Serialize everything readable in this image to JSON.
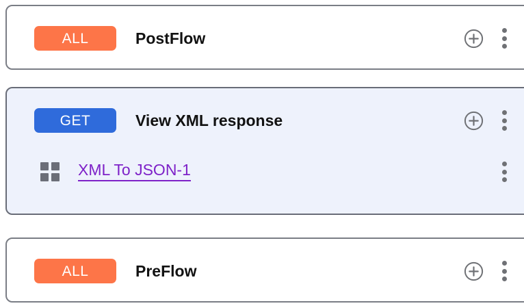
{
  "flow_list": {
    "cards": [
      {
        "id": "card-postflow",
        "selected": false,
        "badge": {
          "label": "ALL",
          "kind": "all",
          "color": "#fd7548"
        },
        "title": "PostFlow",
        "add_icon": "plus-circle-icon",
        "menu_icon": "kebab-menu-icon",
        "policies": []
      },
      {
        "id": "card-viewxml",
        "selected": true,
        "badge": {
          "label": "GET",
          "kind": "get",
          "color": "#2f6bdb"
        },
        "title": "View XML response",
        "add_icon": "plus-circle-icon",
        "menu_icon": "kebab-menu-icon",
        "policies": [
          {
            "name": "XML To JSON-1",
            "icon": "grid-squares-icon",
            "menu_icon": "kebab-menu-icon",
            "color": "#7e22c8"
          }
        ]
      },
      {
        "id": "card-preflow",
        "selected": false,
        "badge": {
          "label": "ALL",
          "kind": "all",
          "color": "#fd7548"
        },
        "title": "PreFlow",
        "add_icon": "plus-circle-icon",
        "menu_icon": "kebab-menu-icon",
        "policies": []
      }
    ],
    "theme": {
      "card_border": "#7a7d85",
      "selected_background": "#eef2fc",
      "icon_gray": "#6f7175",
      "title_color": "#121212"
    }
  }
}
